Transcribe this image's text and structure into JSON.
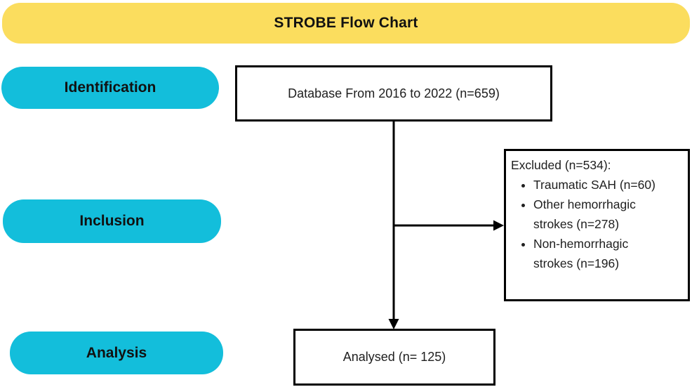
{
  "title": "STROBE Flow Chart",
  "stages": [
    {
      "label": "Identification"
    },
    {
      "label": "Inclusion"
    },
    {
      "label": "Analysis"
    }
  ],
  "boxes": {
    "database": {
      "text": "Database From 2016 to 2022 (n=659)"
    },
    "excluded": {
      "title": "Excluded (n=534):",
      "items": [
        "Traumatic SAH (n=60)",
        "Other hemorrhagic strokes (n=278)",
        "Non-hemorrhagic strokes (n=196)"
      ]
    },
    "analysed": {
      "text": "Analysed (n= 125)"
    }
  },
  "colors": {
    "banner": "#FBDD5E",
    "stage_pill": "#13BEDB",
    "border": "#000000",
    "text": "#202020"
  }
}
